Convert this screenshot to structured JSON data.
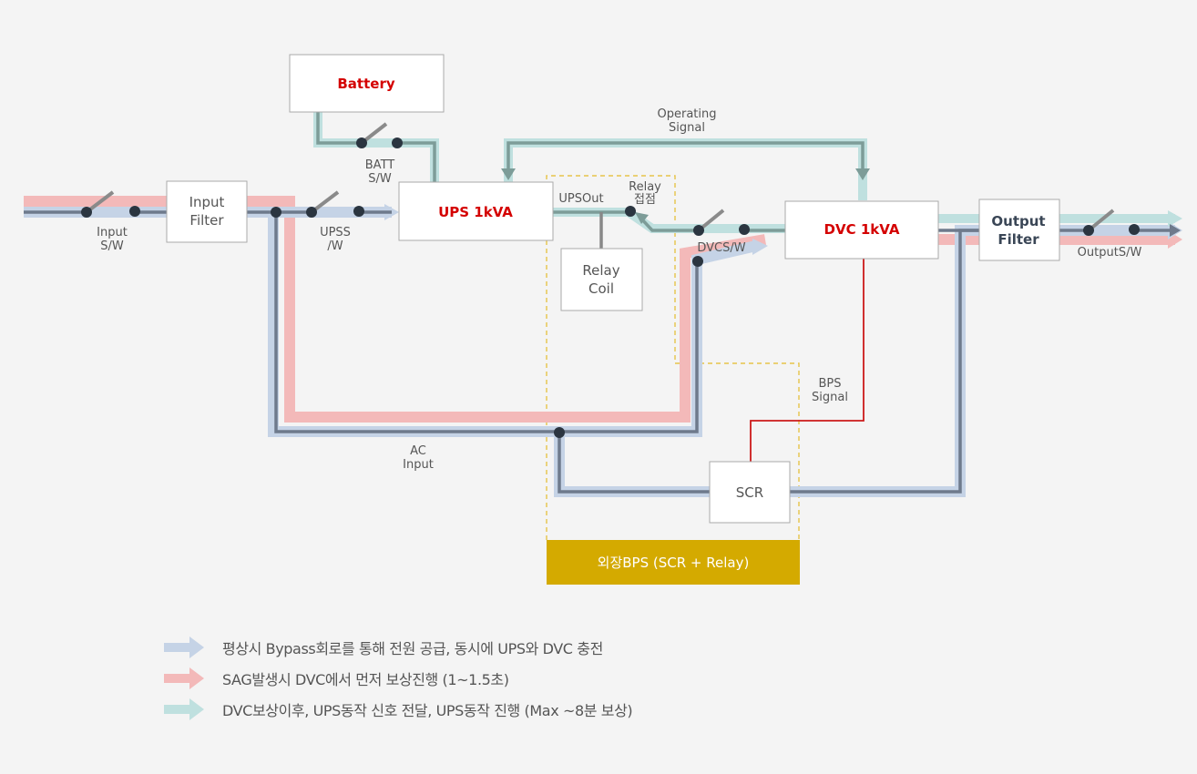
{
  "colors": {
    "background": "#f4f4f4",
    "normal_path": "#c5d3e6",
    "sag_path": "#f3b9b9",
    "signal_path": "#bfe0df",
    "ac_line": "#6e7a8c",
    "control_line": "#7d9c98",
    "bps_signal_line": "#cc1a1a",
    "node": "#2b3540",
    "box_border": "#aaaaaa",
    "highlight_text": "#d40000",
    "bps_band": "#d4aa00",
    "bps_dashed": "#e7c44a"
  },
  "diagram": {
    "battery": "Battery",
    "batt_sw": [
      "BATT",
      "S/W"
    ],
    "input_sw": [
      "Input",
      "S/W"
    ],
    "input_filter": [
      "Input",
      "Filter"
    ],
    "upss_w": [
      "UPSS",
      "/W"
    ],
    "ups": "UPS 1kVA",
    "ups_out": "UPSOut",
    "relay_contact": [
      "Relay",
      "접점"
    ],
    "relay_coil": [
      "Relay",
      "Coil"
    ],
    "operating_signal": [
      "Operating",
      "Signal"
    ],
    "dvc": "DVC 1kVA",
    "dvcs_w": "DVCS/W",
    "output_filter": [
      "Output",
      "Filter"
    ],
    "output_sw": "OutputS/W",
    "bps_signal": [
      "BPS",
      "Signal"
    ],
    "ac_input": [
      "AC",
      "Input"
    ],
    "scr": "SCR",
    "external_bps": "외장BPS (SCR + Relay)"
  },
  "legend": [
    {
      "label": "평상시 Bypass회로를 통해 전원 공급, 동시에 UPS와 DVC 충전",
      "color": "#c5d3e6",
      "icon": "arrow-right-icon"
    },
    {
      "label": "SAG발생시 DVC에서 먼저 보상진행 (1~1.5초)",
      "color": "#f3b9b9",
      "icon": "arrow-right-icon"
    },
    {
      "label": "DVC보상이후, UPS동작 신호 전달, UPS동작 진행 (Max ~8분 보상)",
      "color": "#bfe0df",
      "icon": "arrow-right-icon"
    }
  ]
}
